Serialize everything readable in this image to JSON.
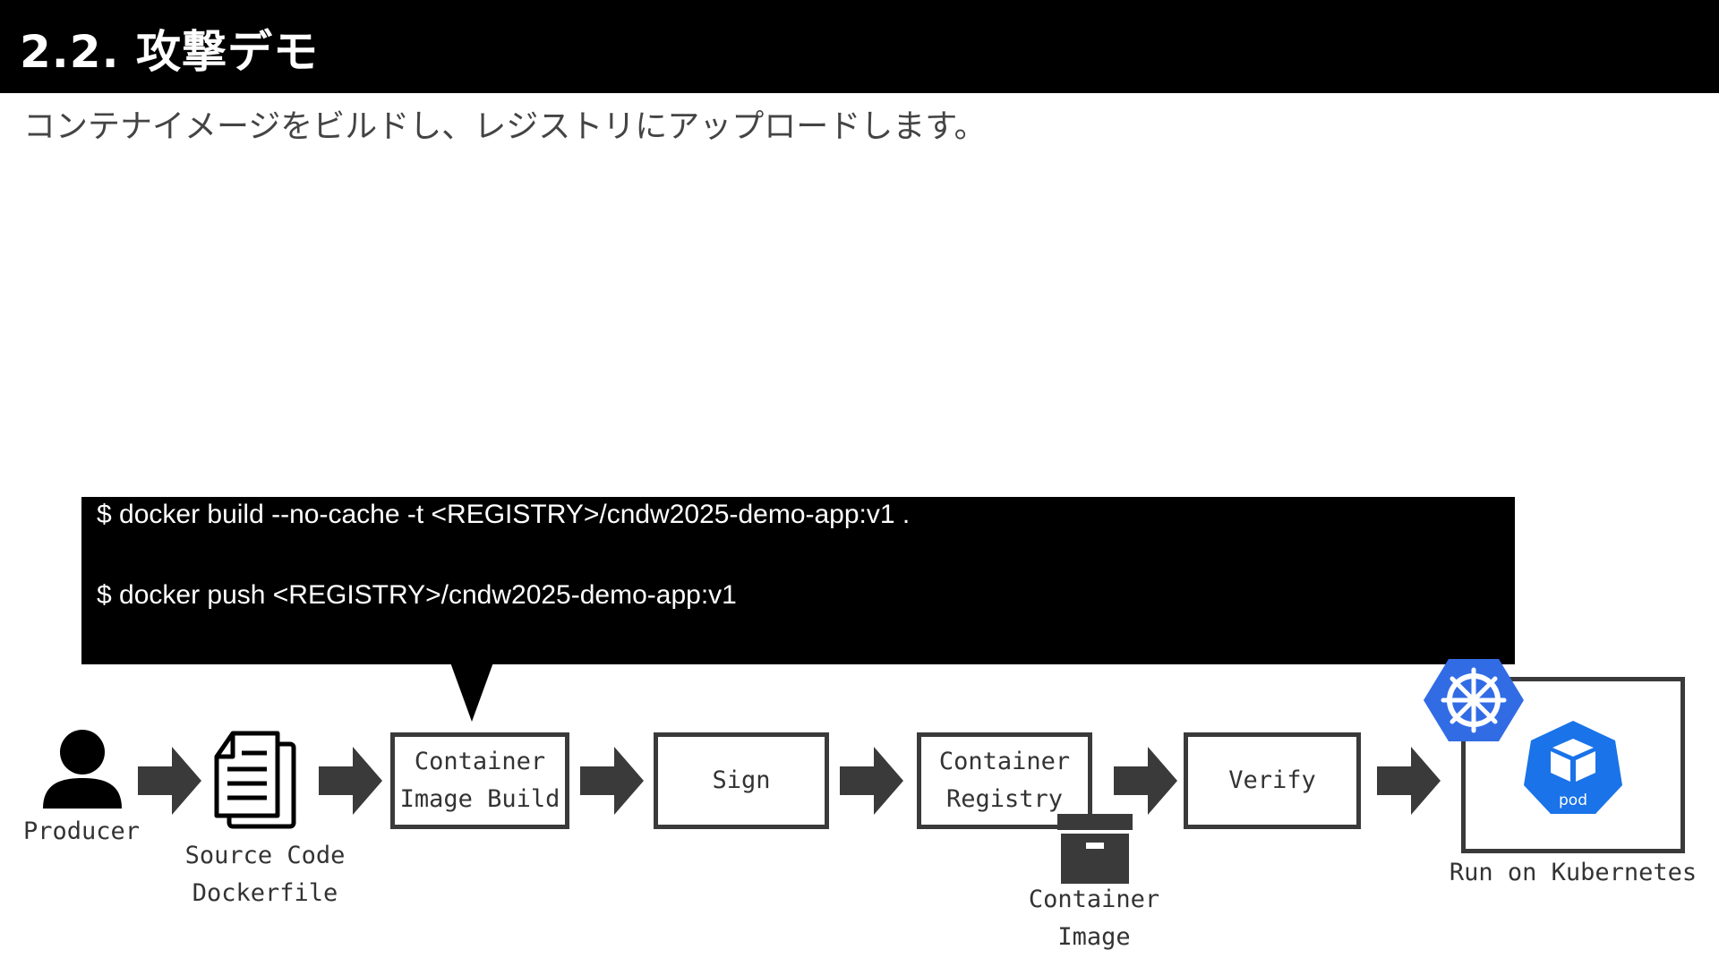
{
  "header": {
    "title": "2.2. 攻撃デモ"
  },
  "subtitle": "コンテナイメージをビルドし、レジストリにアップロードします。",
  "callout": {
    "commands": [
      "$ docker build --no-cache -t <REGISTRY>/cndw2025-demo-app:v1 .",
      "$ docker push <REGISTRY>/cndw2025-demo-app:v1"
    ]
  },
  "pipeline": {
    "producer_label": "Producer",
    "source_label_line1": "Source Code",
    "source_label_line2": "Dockerfile",
    "build_line1": "Container",
    "build_line2": "Image Build",
    "sign": "Sign",
    "registry_line1": "Container",
    "registry_line2": "Registry",
    "image_label_line1": "Container",
    "image_label_line2": "Image",
    "verify": "Verify",
    "k8s_label": "Run on Kubernetes",
    "pod_label": "pod"
  },
  "colors": {
    "header_bg": "#000000",
    "kubernetes_blue": "#326CE5",
    "pod_blue": "#1A73E8",
    "arrow": "#3a3a3a"
  },
  "icons": [
    "person-icon",
    "document-icon",
    "arrow-right-icon",
    "archive-box-icon",
    "kubernetes-helm-icon",
    "pod-cube-icon"
  ]
}
